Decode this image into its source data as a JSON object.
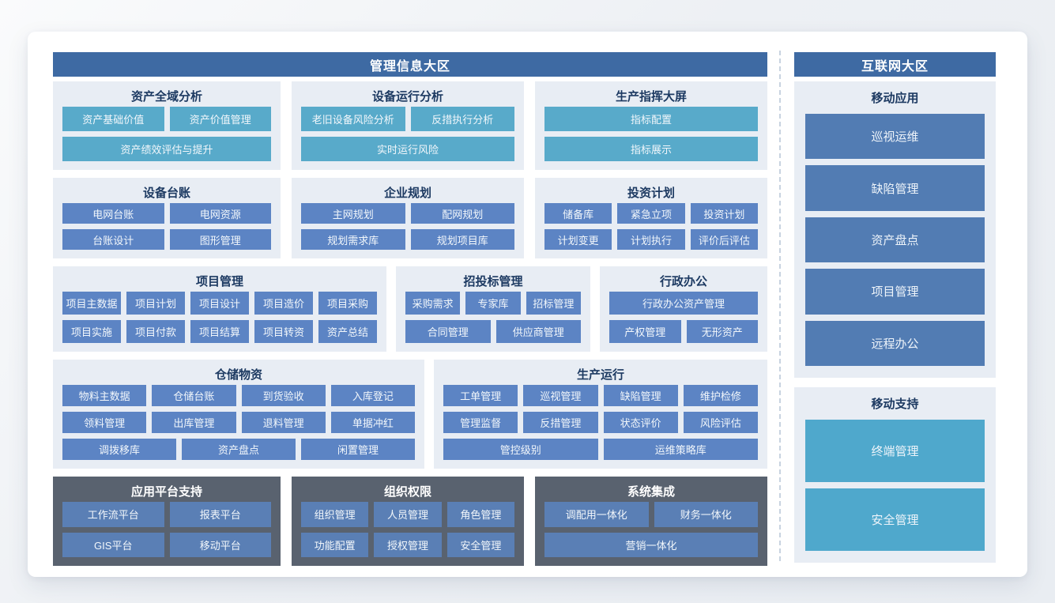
{
  "page": {
    "left_region_title": "管理信息大区",
    "right_region_title": "互联网大区"
  },
  "colors": {
    "region_header_blue": "#3e6aa3",
    "panel_background": "#e8edf4",
    "teal_button": "#58aaca",
    "blue_button": "#5c84c4",
    "dark_panel": "#59626f",
    "dark_panel_button": "#5a7fb5",
    "tall_blue_button": "#527cb3",
    "tall_teal_button": "#4fa8cc",
    "section_title_text": "#1d3a62"
  },
  "left_rows": [
    {
      "sections": [
        {
          "id": "asset-global-analysis",
          "title": "资产全域分析",
          "rows": [
            [
              "资产基础价值",
              "资产价值管理"
            ],
            [
              "资产绩效评估与提升"
            ]
          ]
        },
        {
          "id": "equipment-operation-analysis",
          "title": "设备运行分析",
          "rows": [
            [
              "老旧设备风险分析",
              "反措执行分析"
            ],
            [
              "实时运行风险"
            ]
          ]
        },
        {
          "id": "production-command-screen",
          "title": "生产指挥大屏",
          "rows": [
            [
              "指标配置"
            ],
            [
              "指标展示"
            ]
          ]
        }
      ]
    },
    {
      "sections": [
        {
          "id": "equipment-ledger",
          "title": "设备台账",
          "rows": [
            [
              "电网台账",
              "电网资源"
            ],
            [
              "台账设计",
              "图形管理"
            ]
          ]
        },
        {
          "id": "enterprise-planning",
          "title": "企业规划",
          "rows": [
            [
              "主网规划",
              "配网规划"
            ],
            [
              "规划需求库",
              "规划项目库"
            ]
          ]
        },
        {
          "id": "investment-plan",
          "title": "投资计划",
          "rows": [
            [
              "储备库",
              "紧急立项",
              "投资计划"
            ],
            [
              "计划变更",
              "计划执行",
              "评价后评估"
            ]
          ]
        }
      ]
    },
    {
      "sections": [
        {
          "id": "project-management",
          "title": "项目管理",
          "rows": [
            [
              "项目主数据",
              "项目计划",
              "项目设计",
              "项目造价",
              "项目采购"
            ],
            [
              "项目实施",
              "项目付款",
              "项目结算",
              "项目转资",
              "资产总结"
            ]
          ]
        },
        {
          "id": "bidding-management",
          "title": "招投标管理",
          "rows": [
            [
              "采购需求",
              "专家库",
              "招标管理"
            ],
            [
              "合同管理",
              "供应商管理"
            ]
          ]
        },
        {
          "id": "administrative-office",
          "title": "行政办公",
          "rows": [
            [
              "行政办公资产管理"
            ],
            [
              "产权管理",
              "无形资产"
            ]
          ]
        }
      ]
    },
    {
      "sections": [
        {
          "id": "warehouse-materials",
          "title": "仓储物资",
          "rows": [
            [
              "物料主数据",
              "仓储台账",
              "到货验收",
              "入库登记"
            ],
            [
              "领料管理",
              "出库管理",
              "退料管理",
              "单据冲红"
            ],
            [
              "调拨移库",
              "资产盘点",
              "闲置管理"
            ]
          ]
        },
        {
          "id": "production-operation",
          "title": "生产运行",
          "rows": [
            [
              "工单管理",
              "巡视管理",
              "缺陷管理",
              "维护检修"
            ],
            [
              "管理监督",
              "反措管理",
              "状态评价",
              "风险评估"
            ],
            [
              "管控级别",
              "运维策略库"
            ]
          ]
        }
      ]
    },
    {
      "sections": [
        {
          "id": "app-platform-support",
          "title": "应用平台支持",
          "rows": [
            [
              "工作流平台",
              "报表平台"
            ],
            [
              "GIS平台",
              "移动平台"
            ]
          ]
        },
        {
          "id": "org-permissions",
          "title": "组织权限",
          "rows": [
            [
              "组织管理",
              "人员管理",
              "角色管理"
            ],
            [
              "功能配置",
              "授权管理",
              "安全管理"
            ]
          ]
        },
        {
          "id": "system-integration",
          "title": "系统集成",
          "rows": [
            [
              "调配用一体化",
              "财务一体化"
            ],
            [
              "营销一体化"
            ]
          ]
        }
      ]
    }
  ],
  "right_sections": [
    {
      "id": "mobile-apps",
      "title": "移动应用",
      "buttons": [
        "巡视运维",
        "缺陷管理",
        "资产盘点",
        "项目管理",
        "远程办公"
      ]
    },
    {
      "id": "mobile-support",
      "title": "移动支持",
      "buttons": [
        "终端管理",
        "安全管理"
      ]
    }
  ]
}
